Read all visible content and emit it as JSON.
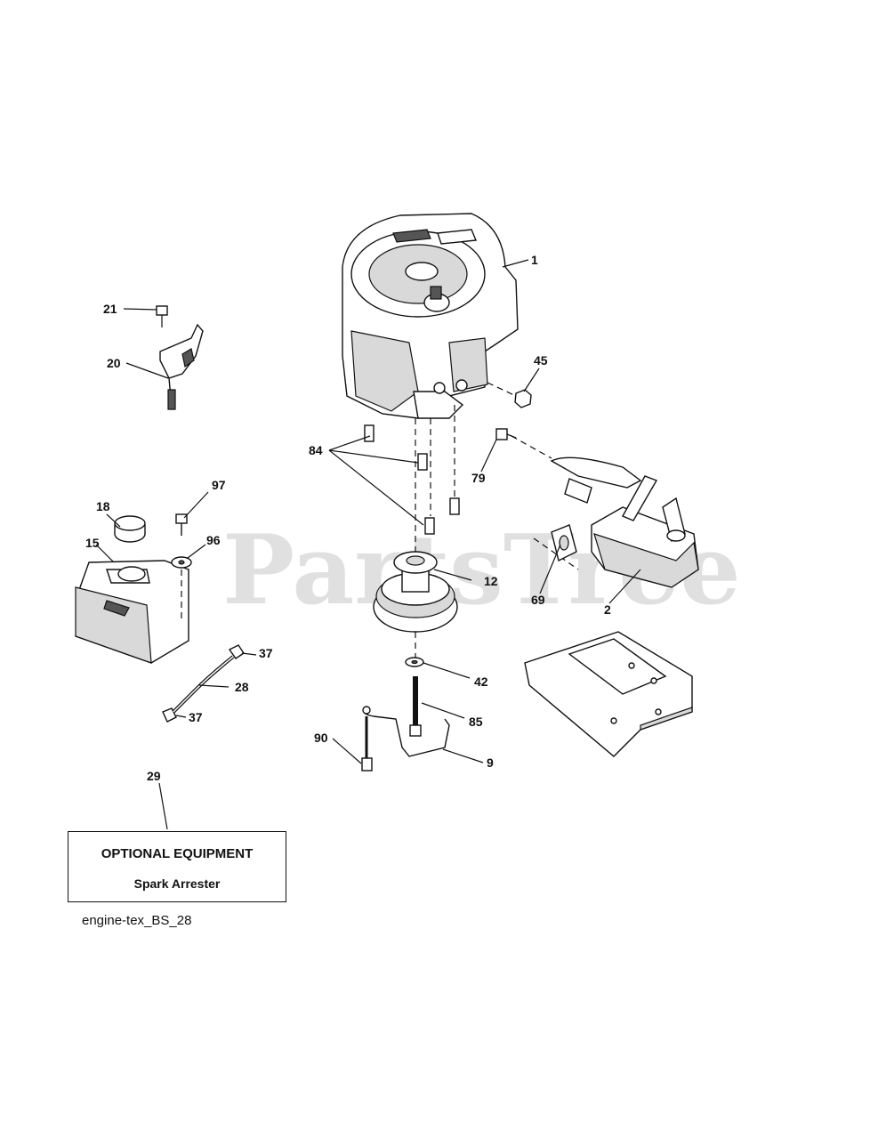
{
  "watermark": {
    "text": "PartsTree",
    "trademark": "™"
  },
  "callouts": [
    {
      "id": "c1",
      "label": "1"
    },
    {
      "id": "c21",
      "label": "21"
    },
    {
      "id": "c20",
      "label": "20"
    },
    {
      "id": "c45",
      "label": "45"
    },
    {
      "id": "c84",
      "label": "84"
    },
    {
      "id": "c79",
      "label": "79"
    },
    {
      "id": "c97",
      "label": "97"
    },
    {
      "id": "c18",
      "label": "18"
    },
    {
      "id": "c15",
      "label": "15"
    },
    {
      "id": "c96",
      "label": "96"
    },
    {
      "id": "c12",
      "label": "12"
    },
    {
      "id": "c69",
      "label": "69"
    },
    {
      "id": "c2",
      "label": "2"
    },
    {
      "id": "c37a",
      "label": "37"
    },
    {
      "id": "c28",
      "label": "28"
    },
    {
      "id": "c37b",
      "label": "37"
    },
    {
      "id": "c42",
      "label": "42"
    },
    {
      "id": "c85",
      "label": "85"
    },
    {
      "id": "c90",
      "label": "90"
    },
    {
      "id": "c9",
      "label": "9"
    },
    {
      "id": "c29",
      "label": "29"
    }
  ],
  "optional_box": {
    "title": "OPTIONAL EQUIPMENT",
    "item": "Spark Arrester"
  },
  "diagram_id": "engine-tex_BS_28"
}
